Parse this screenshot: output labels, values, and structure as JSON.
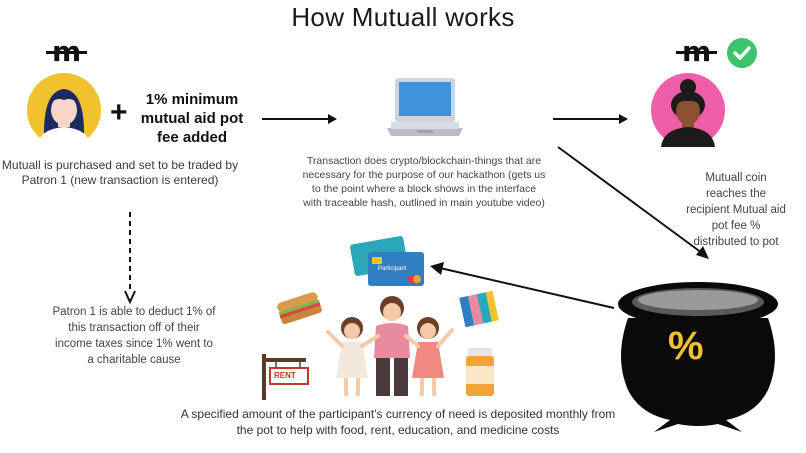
{
  "title": "How Mutuall works",
  "coin_symbol": "m",
  "fee_text": "1% minimum mutual aid pot fee added",
  "plus_sign": "+",
  "step_purchase": "Mutuall is purchased and set to be traded by Patron 1 (new transaction is entered)",
  "step_transaction": "Transaction does crypto/blockchain-things that are necessary for the purpose of our hackathon (gets us to the point where a block shows in the interface with traceable hash, outlined in main youtube video)",
  "step_recipient": "Mutuall coin reaches the recipient Mutual aid pot fee % distributed to pot",
  "step_tax": "Patron 1 is able to deduct 1% of this transaction off of their income taxes since 1% went to a charitable cause",
  "step_deposit": "A specified amount of the participant's currency of need is deposited monthly from the pot to help with food, rent, education, and medicine costs",
  "pot_symbol": "%",
  "rent_sign": "RENT",
  "card_label": "Participant",
  "colors": {
    "patron_bg": "#f2c12e",
    "recipient_bg": "#ee5fa8",
    "check": "#3cc46a",
    "pot": "#0a0a0a",
    "percent": "#f2c12e",
    "card": "#2f7fc1"
  }
}
